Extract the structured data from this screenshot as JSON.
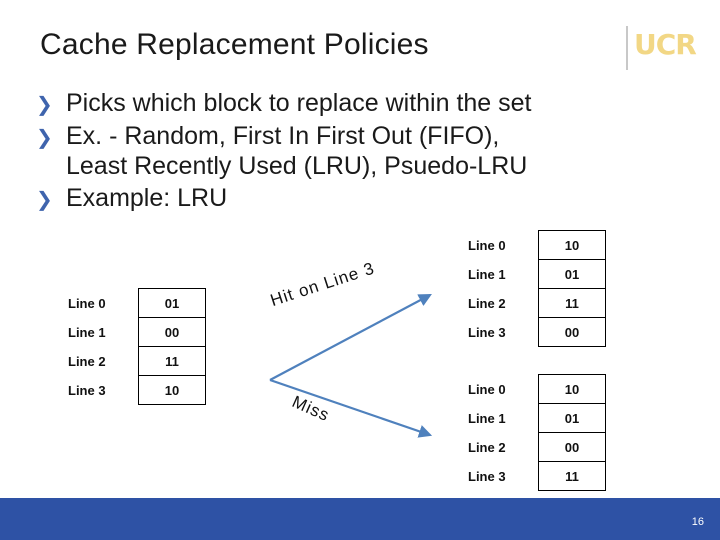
{
  "slide": {
    "title": "Cache Replacement Policies",
    "slide_number": "16",
    "logo_text": "UCR",
    "accent_color": "#2e52a5",
    "logo_color": "#f2d785"
  },
  "bullets": [
    {
      "marker": "❯",
      "text": "Picks which block to replace within the set"
    },
    {
      "marker": "❯",
      "text": "Ex. - Random, First In First Out (FIFO),\nLeast Recently Used (LRU), Psuedo-LRU"
    },
    {
      "marker": "❯",
      "text": "Example: LRU"
    }
  ],
  "tables": {
    "left": {
      "rows": [
        {
          "label": "Line 0",
          "value": "01"
        },
        {
          "label": "Line 1",
          "value": "00"
        },
        {
          "label": "Line 2",
          "value": "11"
        },
        {
          "label": "Line 3",
          "value": "10"
        }
      ]
    },
    "right_top": {
      "rows": [
        {
          "label": "Line 0",
          "value": "10"
        },
        {
          "label": "Line 1",
          "value": "01"
        },
        {
          "label": "Line 2",
          "value": "11"
        },
        {
          "label": "Line 3",
          "value": "00"
        }
      ]
    },
    "right_bottom": {
      "rows": [
        {
          "label": "Line 0",
          "value": "10"
        },
        {
          "label": "Line 1",
          "value": "01"
        },
        {
          "label": "Line 2",
          "value": "00"
        },
        {
          "label": "Line 3",
          "value": "11"
        }
      ]
    }
  },
  "arrows": {
    "hit_label": "Hit on Line 3",
    "miss_label": "Miss",
    "color": "#4f81bd"
  }
}
